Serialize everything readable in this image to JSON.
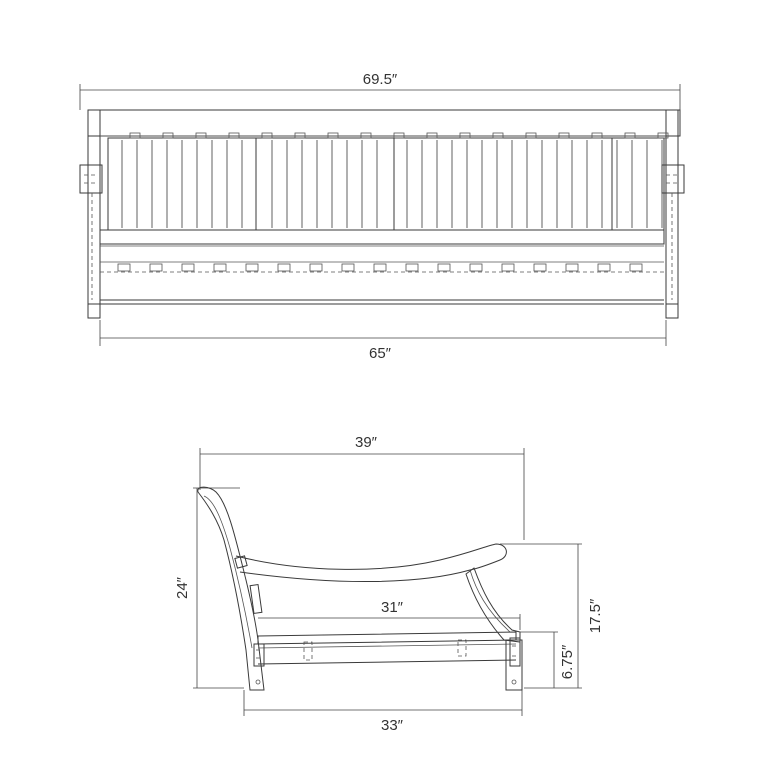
{
  "front_view": {
    "overall_width": "69.5″",
    "seat_width": "65″"
  },
  "side_view": {
    "overall_depth": "39″",
    "height": "24″",
    "seat_depth": "31″",
    "arm_height": "17.5″",
    "seat_height": "6.75″",
    "base_depth": "33″"
  }
}
